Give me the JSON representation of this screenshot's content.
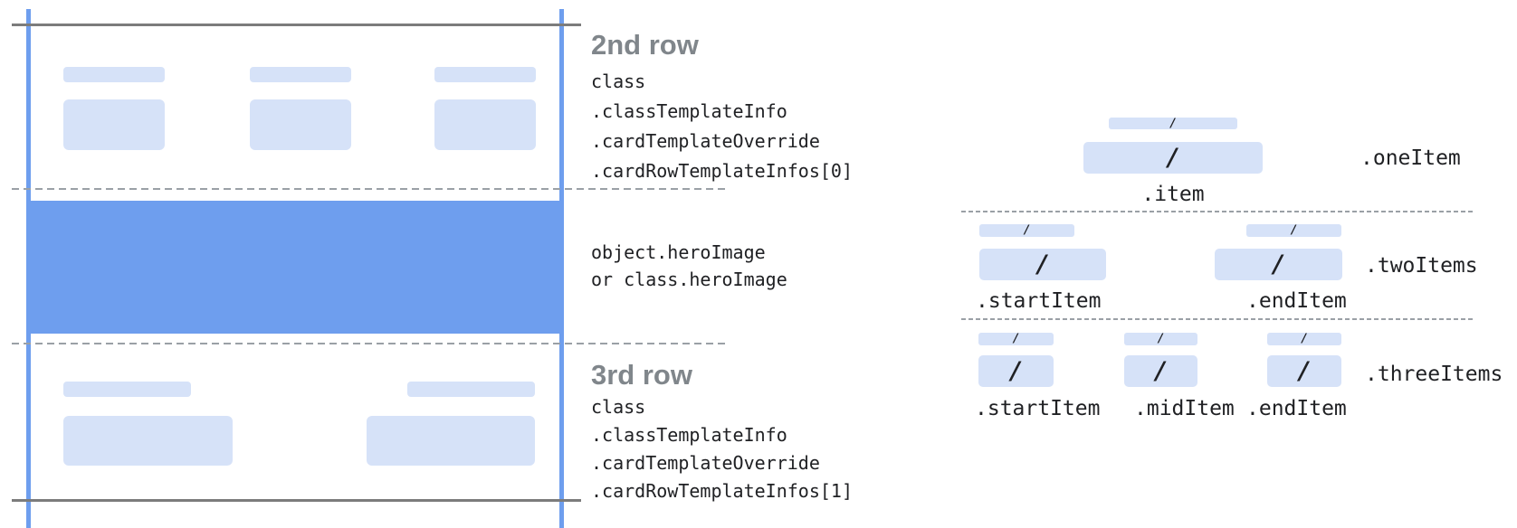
{
  "colors": {
    "accent_blue": "#6e9eee",
    "placeholder_blue": "#d6e2f8",
    "heading_gray": "#80868b",
    "code_text": "#202124",
    "solid_line_gray": "#7c7c7c",
    "dashed_line_gray": "#9aa0a6"
  },
  "glyphs": {
    "slash": "/"
  },
  "annotations": {
    "row2": {
      "heading": "2nd row",
      "code": [
        "class",
        ".classTemplateInfo",
        ".cardTemplateOverride",
        ".cardRowTemplateInfos[0]"
      ]
    },
    "hero": {
      "code": [
        "object.heroImage",
        "or class.heroImage"
      ]
    },
    "row3": {
      "heading": "3rd row",
      "code": [
        "class",
        ".classTemplateInfo",
        ".cardTemplateOverride",
        ".cardRowTemplateInfos[1]"
      ]
    }
  },
  "layouts": {
    "one_item": {
      "name": ".oneItem",
      "item_label": ".item"
    },
    "two_items": {
      "name": ".twoItems",
      "start_label": ".startItem",
      "end_label": ".endItem"
    },
    "three_items": {
      "name": ".threeItems",
      "start_label": ".startItem",
      "mid_label": ".midItem",
      "end_label": ".endItem"
    }
  }
}
